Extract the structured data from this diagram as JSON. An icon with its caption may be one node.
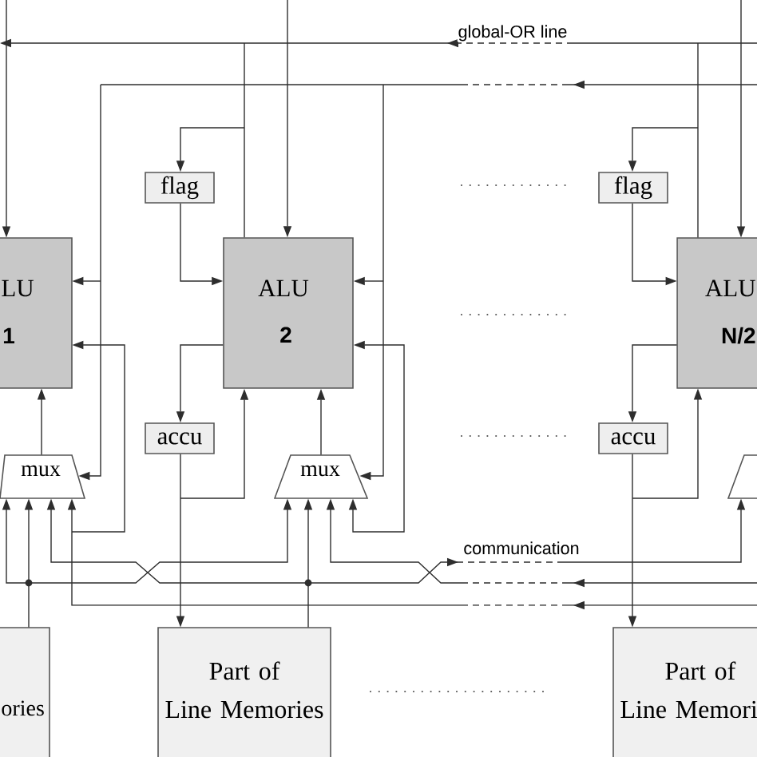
{
  "diagram": {
    "nodes": [
      {
        "text": [
          "flag"
        ]
      },
      {
        "text": [
          "flag"
        ]
      },
      {
        "text": [
          "LU",
          "1"
        ]
      },
      {
        "text": [
          "ALU",
          "2"
        ]
      },
      {
        "text": [
          "ALU",
          "N/2"
        ]
      },
      {
        "text": [
          "accu"
        ]
      },
      {
        "text": [
          "accu"
        ]
      },
      {
        "text": [
          "mux"
        ]
      },
      {
        "text": [
          "mux"
        ]
      },
      {
        "text": [],
        "shape": "trapezoid"
      },
      {
        "text": [
          "ories"
        ]
      },
      {
        "text": [
          "Part of Line Memories"
        ]
      },
      {
        "text": [
          "Part of Line Memori"
        ]
      }
    ],
    "edges": [
      {
        "from": null,
        "to": 2,
        "arrow": "to"
      },
      {
        "from": null,
        "to": 3,
        "arrow": "to"
      },
      {
        "from": null,
        "to": 4,
        "arrow": "to"
      },
      {
        "from": 3,
        "to": 0,
        "arrow": "to"
      },
      {
        "from": 4,
        "to": 1,
        "arrow": "to"
      },
      {
        "from": 4,
        "to": null,
        "arrow": "to",
        "label": "global-OR line",
        "style": "dashed"
      },
      {
        "from": 3,
        "to": null,
        "arrow": "none"
      },
      {
        "from": 4,
        "to": null,
        "arrow": "none"
      },
      {
        "from": 0,
        "to": 3,
        "arrow": "to"
      },
      {
        "from": 1,
        "to": 4,
        "arrow": "to"
      },
      {
        "from": 3,
        "to": 5,
        "arrow": "to"
      },
      {
        "from": 4,
        "to": 6,
        "arrow": "to"
      },
      {
        "from": 5,
        "to": 3,
        "arrow": "to"
      },
      {
        "from": 6,
        "to": 4,
        "arrow": "to"
      },
      {
        "from": 5,
        "to": 11,
        "arrow": "to"
      },
      {
        "from": 6,
        "to": 12,
        "arrow": "to"
      },
      {
        "from": 7,
        "to": 2,
        "arrow": "to"
      },
      {
        "from": 8,
        "to": 3,
        "arrow": "to"
      },
      {
        "from": null,
        "to": 2,
        "arrow": "to",
        "style": "dashed"
      },
      {
        "from": null,
        "to": 7,
        "arrow": "to",
        "style": "dashed"
      },
      {
        "from": null,
        "to": 3,
        "arrow": "to",
        "style": "dashed"
      },
      {
        "from": null,
        "to": 8,
        "arrow": "to",
        "style": "dashed"
      },
      {
        "from": 10,
        "to": 7,
        "arrow": "to"
      },
      {
        "from": 10,
        "to": 7,
        "arrow": "to"
      },
      {
        "from": 10,
        "to": 8,
        "arrow": "to"
      },
      {
        "from": 11,
        "to": 8,
        "arrow": "to"
      },
      {
        "from": 11,
        "to": 7,
        "arrow": "to"
      },
      {
        "from": 11,
        "to": 9,
        "arrow": "to",
        "label": "communication",
        "style": "dashed"
      },
      {
        "from": null,
        "to": 8,
        "arrow": "to",
        "style": "dashed"
      },
      {
        "from": null,
        "to": 7,
        "arrow": "to",
        "style": "dashed"
      },
      {
        "from": null,
        "to": 2,
        "arrow": "to",
        "style": "dashed"
      },
      {
        "from": 8,
        "to": 3,
        "arrow": "both"
      }
    ]
  }
}
